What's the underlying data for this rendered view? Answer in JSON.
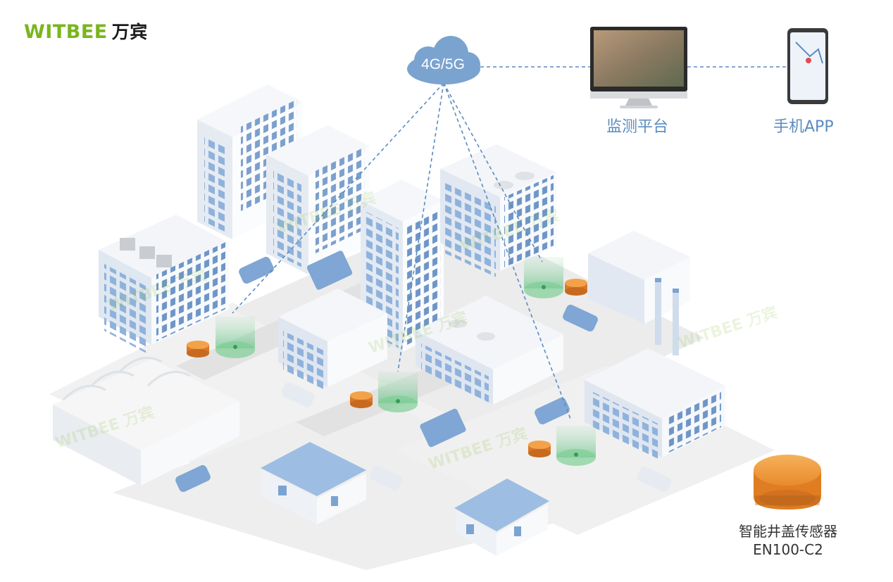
{
  "brand": {
    "name_en": "WITBEE",
    "name_cn": "万宾"
  },
  "network": {
    "label": "4G/5G"
  },
  "platform": {
    "label": "监测平台"
  },
  "app": {
    "label": "手机APP"
  },
  "product": {
    "name": "智能井盖传感器",
    "model": "EN100-C2"
  },
  "watermark": {
    "text": "WITBEE 万宾"
  },
  "colors": {
    "brand_green": "#7ab51d",
    "link_blue": "#5b8cc0",
    "cloud": "#7aa3cf",
    "sensor_orange": "#e88a2c",
    "beacon_green": "#6fc28a",
    "building_blue": "#8fb2dc"
  }
}
